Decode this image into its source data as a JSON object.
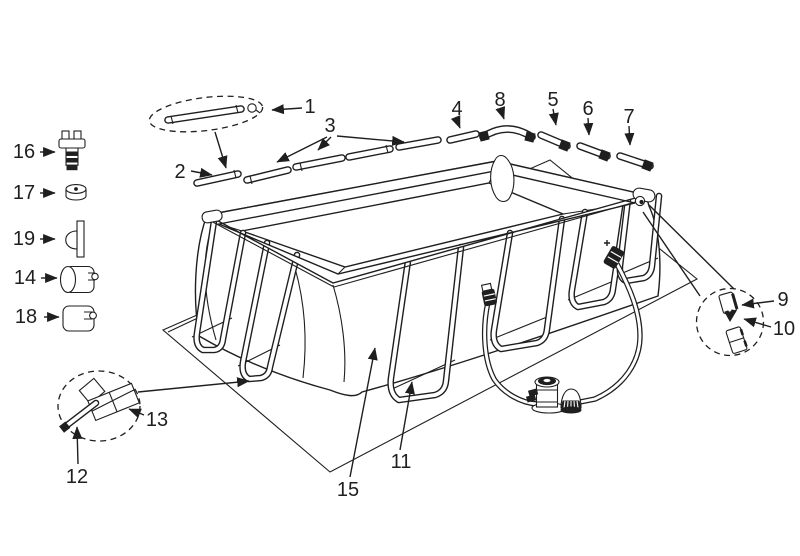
{
  "diagram": {
    "kind": "exploded-parts-diagram",
    "background": "#ffffff",
    "line_color": "#1f1f1f"
  },
  "callouts": [
    {
      "id": 1,
      "label": "1"
    },
    {
      "id": 2,
      "label": "2"
    },
    {
      "id": 3,
      "label": "3"
    },
    {
      "id": 4,
      "label": "4"
    },
    {
      "id": 5,
      "label": "5"
    },
    {
      "id": 6,
      "label": "6"
    },
    {
      "id": 7,
      "label": "7"
    },
    {
      "id": 8,
      "label": "8"
    },
    {
      "id": 9,
      "label": "9"
    },
    {
      "id": 10,
      "label": "10"
    },
    {
      "id": 11,
      "label": "11"
    },
    {
      "id": 12,
      "label": "12"
    },
    {
      "id": 13,
      "label": "13"
    },
    {
      "id": 14,
      "label": "14"
    },
    {
      "id": 15,
      "label": "15"
    },
    {
      "id": 16,
      "label": "16"
    },
    {
      "id": 17,
      "label": "17"
    },
    {
      "id": 18,
      "label": "18"
    },
    {
      "id": 19,
      "label": "19"
    }
  ]
}
